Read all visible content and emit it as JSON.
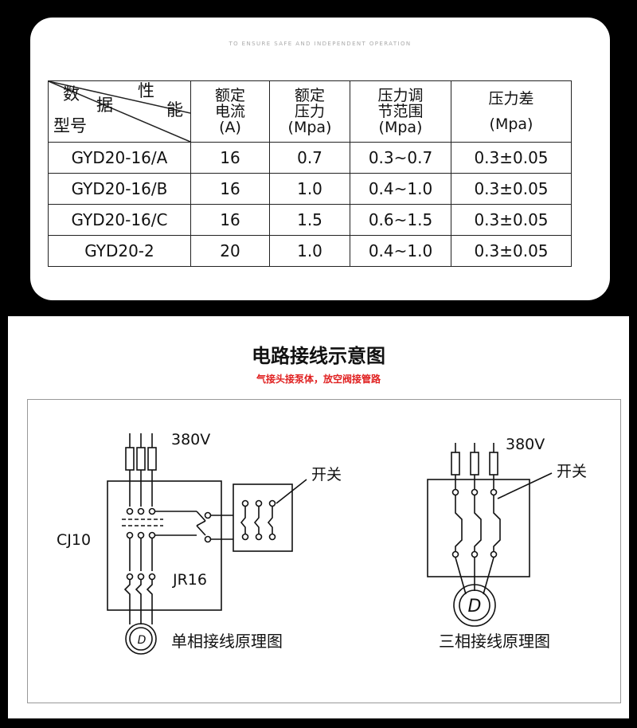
{
  "spec": {
    "tagline": "TO ENSURE SAFE AND INDEPENDENT OPERATION",
    "header": {
      "diag_shu": "数",
      "diag_ju": "据",
      "diag_xing": "性",
      "diag_neng": "能",
      "diag_model": "型号",
      "col1_l1": "额定",
      "col1_l2": "电流",
      "col1_l3": "(A)",
      "col2_l1": "额定",
      "col2_l2": "压力",
      "col2_l3": "(Mpa)",
      "col3_l1": "压力调",
      "col3_l2": "节范围",
      "col3_l3": "(Mpa)",
      "col4_l1": "压力差",
      "col4_l2": "(Mpa)"
    },
    "rows": [
      {
        "model": "GYD20-16/A",
        "current": "16",
        "pressure": "0.7",
        "range": "0.3~0.7",
        "diff": "0.3±0.05"
      },
      {
        "model": "GYD20-16/B",
        "current": "16",
        "pressure": "1.0",
        "range": "0.4~1.0",
        "diff": "0.3±0.05"
      },
      {
        "model": "GYD20-16/C",
        "current": "16",
        "pressure": "1.5",
        "range": "0.6~1.5",
        "diff": "0.3±0.05"
      },
      {
        "model": "GYD20-2",
        "current": "20",
        "pressure": "1.0",
        "range": "0.4~1.0",
        "diff": "0.3±0.05"
      }
    ]
  },
  "diagram": {
    "title": "电路接线示意图",
    "subtitle": "气接头接泵体，放空阀接管路",
    "voltage_left": "380V",
    "voltage_right": "380V",
    "contactor": "CJ10",
    "relay": "JR16",
    "switch_left": "开关",
    "switch_right": "开关",
    "motor_symbol": "D",
    "caption_single": "单相接线原理图",
    "caption_three": "三相接线原理图"
  }
}
